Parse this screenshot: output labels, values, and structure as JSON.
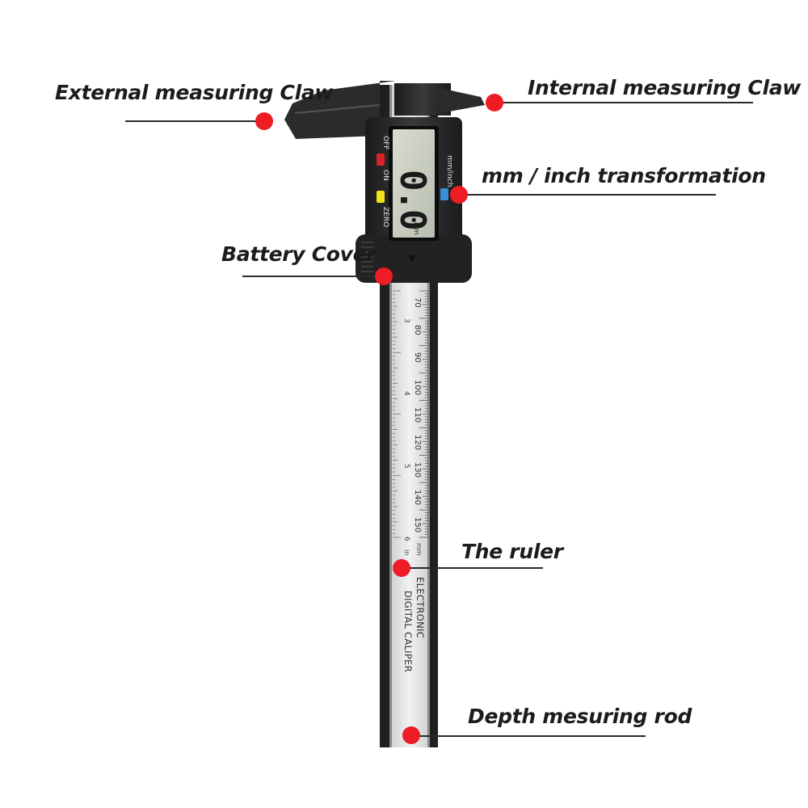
{
  "callouts": [
    {
      "id": "external-claw",
      "label": "External measuring Claw"
    },
    {
      "id": "internal-claw",
      "label": "Internal measuring Claw"
    },
    {
      "id": "mm-inch",
      "label": "mm / inch transformation"
    },
    {
      "id": "battery-cover",
      "label": "Battery Cover"
    },
    {
      "id": "ruler",
      "label": "The ruler"
    },
    {
      "id": "depth-rod",
      "label": "Depth mesuring rod"
    }
  ],
  "device": {
    "display_value": "0.0",
    "display_unit": "mm",
    "buttons": {
      "off": "OFF",
      "on": "ON",
      "zero": "ZERO",
      "mm_inch": "mm/inch"
    },
    "buttons_colors": {
      "off": "#d8232a",
      "zero": "#f2e21a",
      "mm_inch": "#3a8fd6"
    },
    "scale_mm": [
      "70",
      "80",
      "90",
      "100",
      "110",
      "120",
      "130",
      "140",
      "150"
    ],
    "scale_inch": [
      "3",
      "4",
      "5",
      "6"
    ],
    "unit_mm": "mm",
    "unit_in": "in",
    "brand_line1": "ELECTRONIC",
    "brand_line2": "DIGITAL CALIPER"
  },
  "colors": {
    "marker": "#ee1c25",
    "leader": "#2a2a2a",
    "body": "#262626",
    "lcd": "#c9cfc0"
  }
}
